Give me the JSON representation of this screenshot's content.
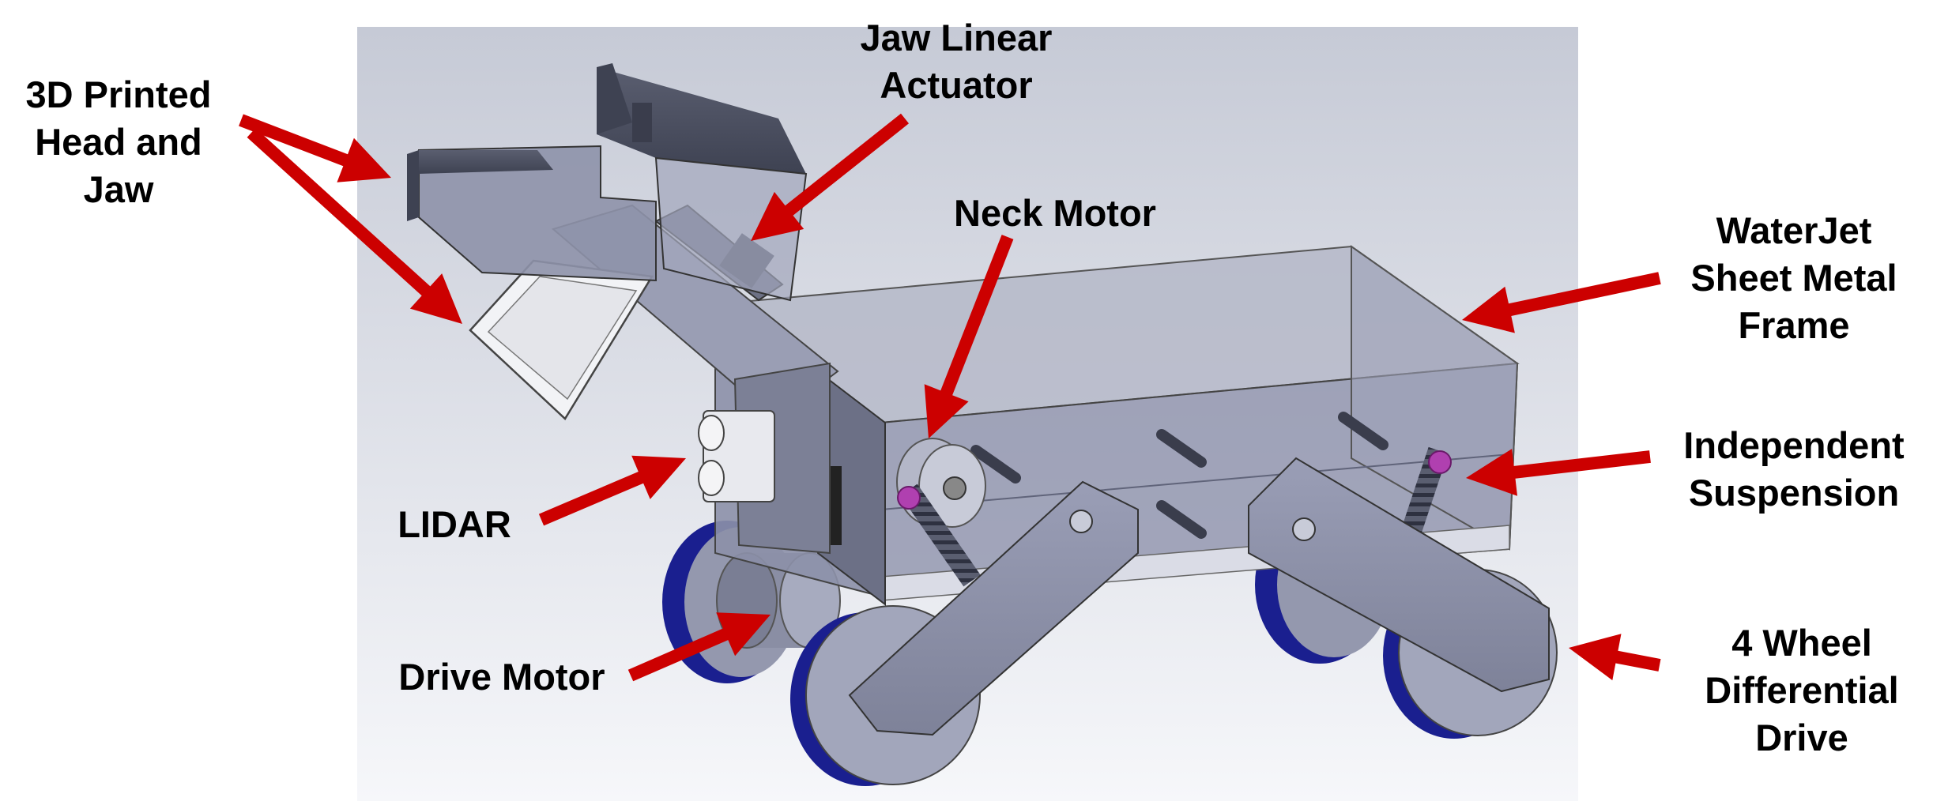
{
  "colors": {
    "arrow": "#cc0000",
    "background_gradient_top": "#c6cad6",
    "background_gradient_bottom": "#f6f7fa",
    "frame_metal": "#8c90a8",
    "frame_dark": "#5f6378",
    "wheel_tread": "#1a1f8f",
    "spring": "#b040b0",
    "label_text": "#000000"
  },
  "labels": {
    "head_jaw": [
      "3D Printed",
      "Head and",
      "Jaw"
    ],
    "jaw_actuator": [
      "Jaw Linear",
      "Actuator"
    ],
    "neck_motor": [
      "Neck Motor"
    ],
    "frame": [
      "WaterJet",
      "Sheet Metal",
      "Frame"
    ],
    "suspension": [
      "Independent",
      "Suspension"
    ],
    "lidar": [
      "LIDAR"
    ],
    "drive_motor": [
      "Drive Motor"
    ],
    "drive": [
      "4 Wheel",
      "Differential",
      "Drive"
    ]
  },
  "arrows": [
    {
      "name": "arrow-head"
    },
    {
      "name": "arrow-jaw"
    },
    {
      "name": "arrow-jaw-actuator"
    },
    {
      "name": "arrow-neck-motor"
    },
    {
      "name": "arrow-frame"
    },
    {
      "name": "arrow-suspension"
    },
    {
      "name": "arrow-lidar"
    },
    {
      "name": "arrow-drive-motor"
    },
    {
      "name": "arrow-drive"
    }
  ]
}
